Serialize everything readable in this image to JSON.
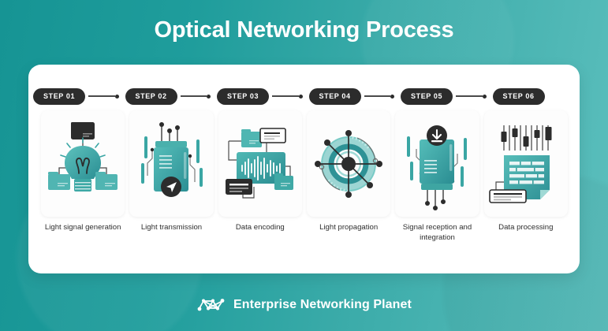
{
  "header": {
    "title": "Optical Networking Process"
  },
  "theme": {
    "background_start": "#169494",
    "background_end": "#5cbfbd",
    "panel_background": "#ffffff",
    "badge_background": "#2c2c2c",
    "badge_text": "#ffffff",
    "accent_teal": "#3aa6a4",
    "accent_dark": "#2c2c2c",
    "label_text": "#2f2f2f"
  },
  "steps": [
    {
      "badge": "STEP 01",
      "label": "Light signal generation",
      "icon": "lightbulb-folders-icon"
    },
    {
      "badge": "STEP 02",
      "label": "Light transmission",
      "icon": "transmitter-antenna-send-icon"
    },
    {
      "badge": "STEP 03",
      "label": "Data encoding",
      "icon": "waveform-monitor-icon"
    },
    {
      "badge": "STEP 04",
      "label": "Light propagation",
      "icon": "radial-propagation-icon"
    },
    {
      "badge": "STEP 05",
      "label": "Signal reception and integration",
      "icon": "receiver-download-icon"
    },
    {
      "badge": "STEP 06",
      "label": "Data processing",
      "icon": "document-data-sliders-icon"
    }
  ],
  "footer": {
    "brand": "Enterprise Networking Planet",
    "logo_icon": "network-nodes-logo-icon"
  }
}
